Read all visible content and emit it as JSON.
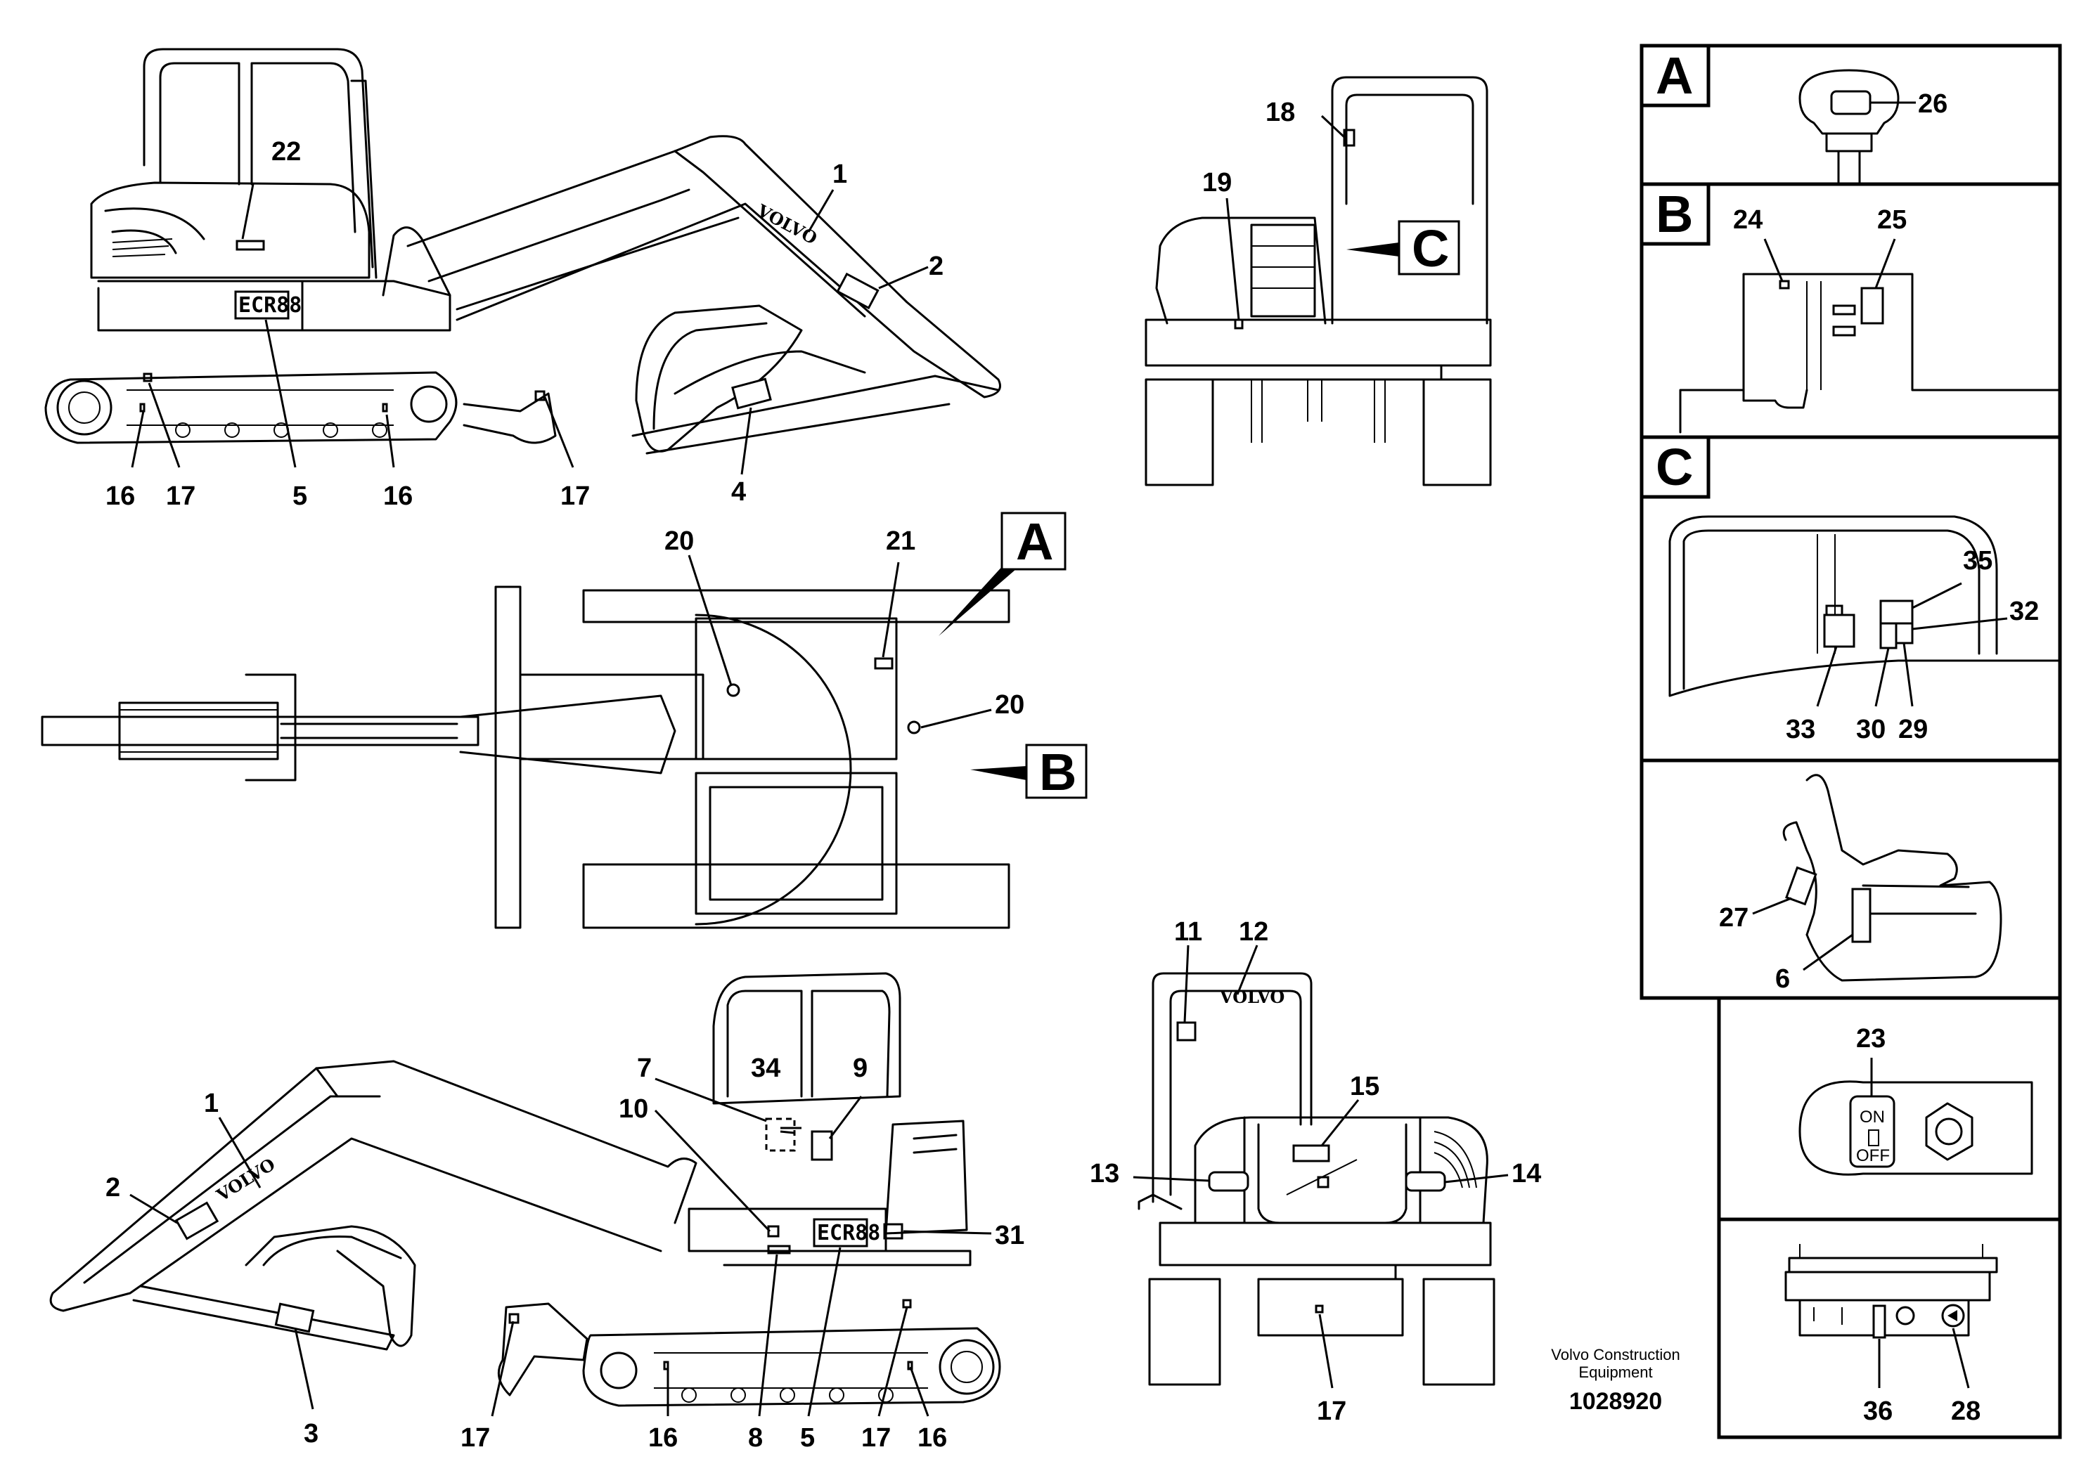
{
  "diagram": {
    "brand_text": "VOLVO",
    "model_badge": "ECR88",
    "credit_line1": "Volvo Construction",
    "credit_line2": "Equipment",
    "drawing_number": "1028920",
    "switch_on": "ON",
    "switch_off": "OFF"
  },
  "views": {
    "A": {
      "letter": "A"
    },
    "B": {
      "letter": "B"
    },
    "C": {
      "letter": "C"
    }
  },
  "callouts": {
    "left_side": {
      "c1": "1",
      "c2": "2",
      "c4": "4",
      "c5": "5",
      "c16a": "16",
      "c16b": "16",
      "c17a": "17",
      "c17b": "17",
      "c22": "22"
    },
    "front": {
      "c18": "18",
      "c19": "19"
    },
    "top": {
      "c20a": "20",
      "c20b": "20",
      "c21": "21"
    },
    "right_side": {
      "c1": "1",
      "c2": "2",
      "c3": "3",
      "c5": "5",
      "c7": "7",
      "c8": "8",
      "c9": "9",
      "c10": "10",
      "c16a": "16",
      "c16b": "16",
      "c17a": "17",
      "c17b": "17",
      "c31": "31",
      "c34": "34"
    },
    "rear": {
      "c11": "11",
      "c12": "12",
      "c13": "13",
      "c14": "14",
      "c15": "15",
      "c17": "17"
    },
    "panel_a": {
      "c26": "26"
    },
    "panel_b": {
      "c24": "24",
      "c25": "25"
    },
    "panel_c": {
      "c29": "29",
      "c30": "30",
      "c32": "32",
      "c33": "33",
      "c35": "35"
    },
    "panel_d": {
      "c6": "6",
      "c27": "27"
    },
    "panel_e": {
      "c23": "23"
    },
    "panel_f": {
      "c28": "28",
      "c36": "36"
    }
  }
}
